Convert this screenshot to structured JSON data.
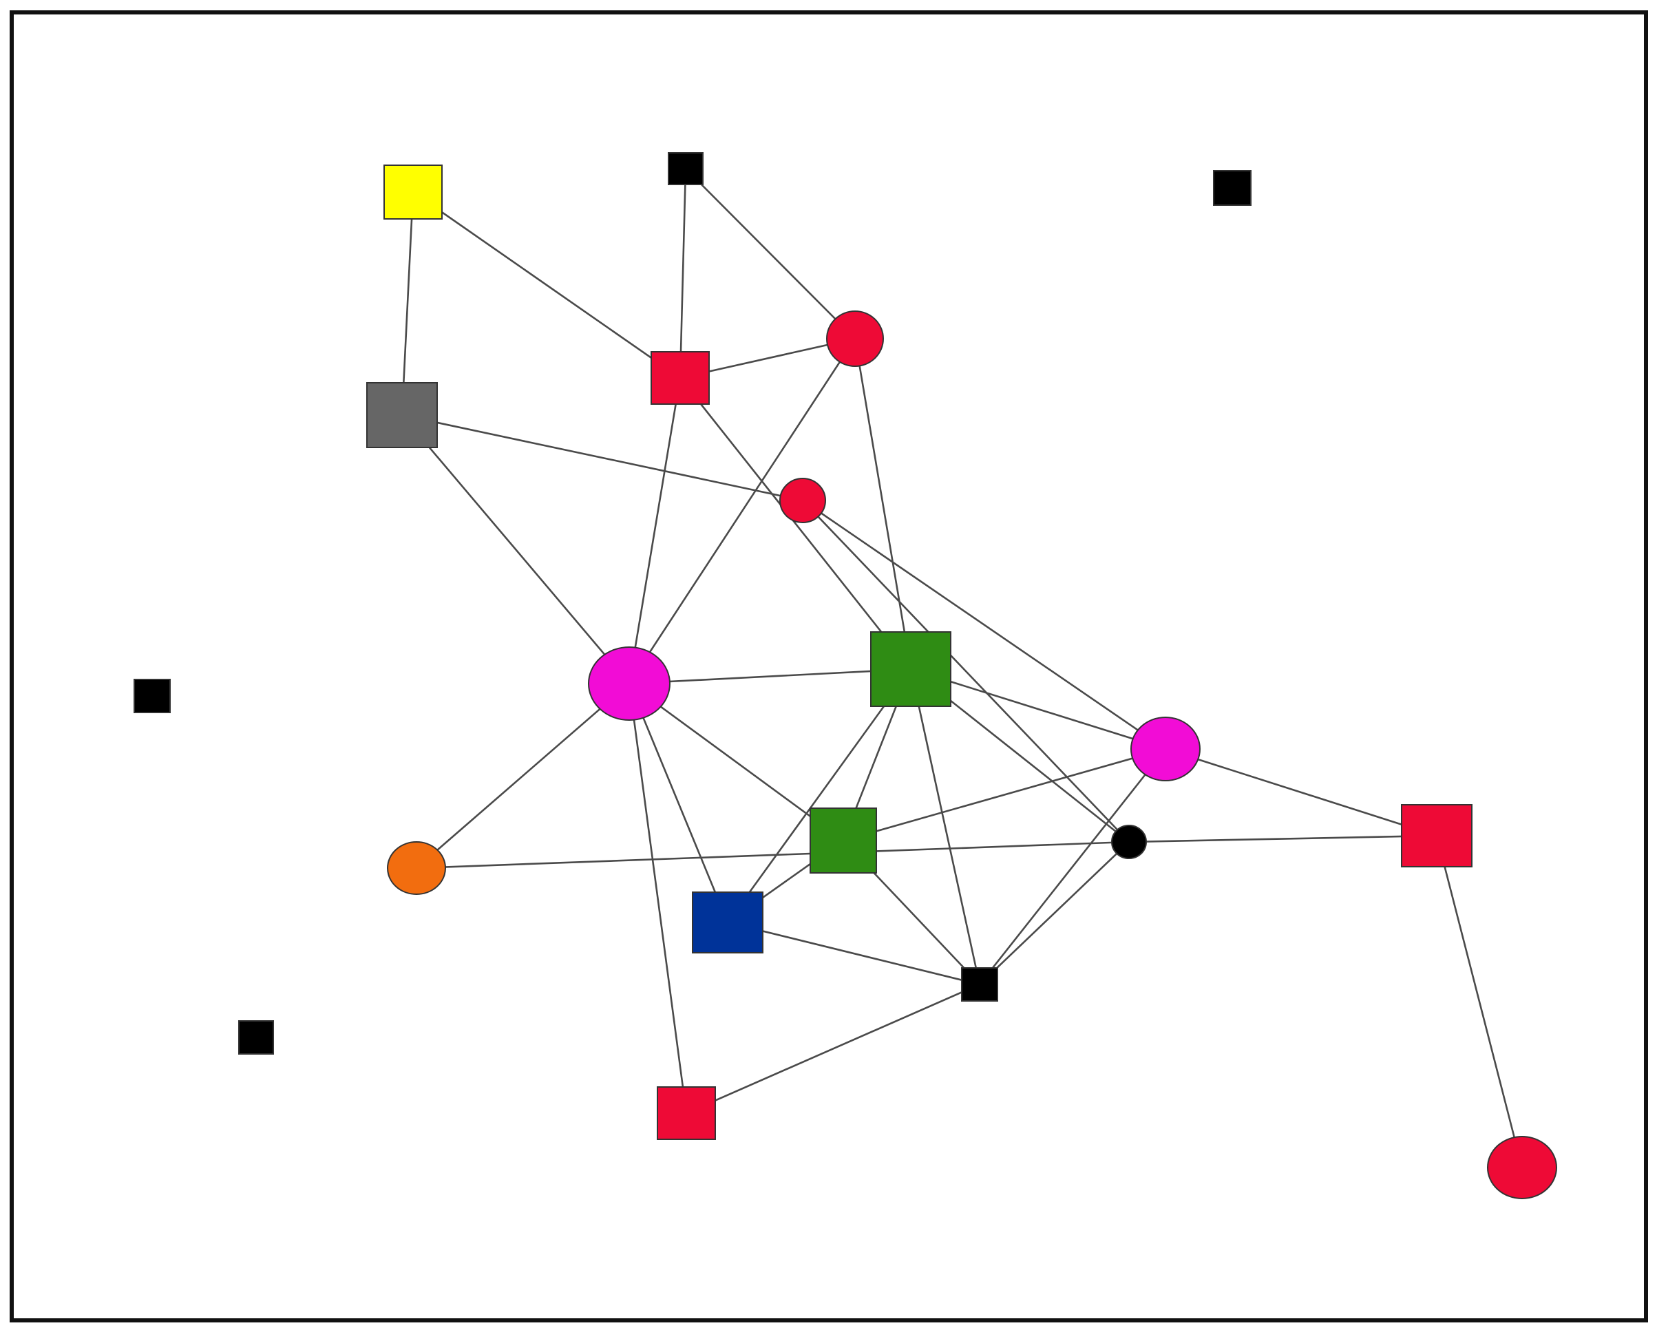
{
  "diagram": {
    "type": "network-graph",
    "frame_border": true,
    "colors": {
      "black": "#000000",
      "yellow": "#ffff00",
      "gray": "#666666",
      "red": "#ee0a36",
      "magenta": "#f20cd6",
      "green": "#2f8c14",
      "blue": "#003399",
      "orange": "#f26d0f",
      "edge": "#4a4a4a"
    },
    "nodes": [
      {
        "id": "n_black_top",
        "shape": "square",
        "color": "black",
        "size": "small"
      },
      {
        "id": "n_yellow",
        "shape": "square",
        "color": "yellow",
        "size": "medium"
      },
      {
        "id": "n_black_topright",
        "shape": "square",
        "color": "black",
        "size": "small"
      },
      {
        "id": "n_red_circle_top",
        "shape": "circle",
        "color": "red",
        "size": "medium"
      },
      {
        "id": "n_red_square_top",
        "shape": "square",
        "color": "red",
        "size": "medium"
      },
      {
        "id": "n_gray",
        "shape": "square",
        "color": "gray",
        "size": "large"
      },
      {
        "id": "n_red_circle_small",
        "shape": "circle",
        "color": "red",
        "size": "small"
      },
      {
        "id": "n_black_left",
        "shape": "square",
        "color": "black",
        "size": "small"
      },
      {
        "id": "n_magenta_big",
        "shape": "circle",
        "color": "magenta",
        "size": "large"
      },
      {
        "id": "n_green_big",
        "shape": "square",
        "color": "green",
        "size": "large"
      },
      {
        "id": "n_magenta_right",
        "shape": "circle",
        "color": "magenta",
        "size": "medium"
      },
      {
        "id": "n_red_square_right",
        "shape": "square",
        "color": "red",
        "size": "large"
      },
      {
        "id": "n_green_small",
        "shape": "square",
        "color": "green",
        "size": "medium"
      },
      {
        "id": "n_black_dot",
        "shape": "circle",
        "color": "black",
        "size": "tiny"
      },
      {
        "id": "n_orange",
        "shape": "circle",
        "color": "orange",
        "size": "medium"
      },
      {
        "id": "n_blue",
        "shape": "square",
        "color": "blue",
        "size": "large"
      },
      {
        "id": "n_black_mid",
        "shape": "square",
        "color": "black",
        "size": "small"
      },
      {
        "id": "n_black_bottomleft",
        "shape": "square",
        "color": "black",
        "size": "small"
      },
      {
        "id": "n_red_square_bottom",
        "shape": "square",
        "color": "red",
        "size": "medium"
      },
      {
        "id": "n_red_circle_bottom",
        "shape": "circle",
        "color": "red",
        "size": "medium"
      }
    ],
    "edges": [
      [
        "n_yellow",
        "n_gray"
      ],
      [
        "n_yellow",
        "n_red_square_top"
      ],
      [
        "n_black_top",
        "n_red_square_top"
      ],
      [
        "n_black_top",
        "n_red_circle_top"
      ],
      [
        "n_red_square_top",
        "n_red_circle_top"
      ],
      [
        "n_red_square_top",
        "n_magenta_big"
      ],
      [
        "n_red_square_top",
        "n_green_big"
      ],
      [
        "n_red_circle_top",
        "n_magenta_big"
      ],
      [
        "n_red_circle_top",
        "n_green_big"
      ],
      [
        "n_gray",
        "n_red_circle_small"
      ],
      [
        "n_gray",
        "n_magenta_big"
      ],
      [
        "n_red_circle_small",
        "n_magenta_right"
      ],
      [
        "n_red_circle_small",
        "n_black_dot"
      ],
      [
        "n_magenta_big",
        "n_green_big"
      ],
      [
        "n_magenta_big",
        "n_orange"
      ],
      [
        "n_magenta_big",
        "n_blue"
      ],
      [
        "n_magenta_big",
        "n_green_small"
      ],
      [
        "n_magenta_big",
        "n_red_square_bottom"
      ],
      [
        "n_green_big",
        "n_magenta_right"
      ],
      [
        "n_green_big",
        "n_black_dot"
      ],
      [
        "n_green_big",
        "n_green_small"
      ],
      [
        "n_green_big",
        "n_blue"
      ],
      [
        "n_green_big",
        "n_black_mid"
      ],
      [
        "n_magenta_right",
        "n_red_square_right"
      ],
      [
        "n_magenta_right",
        "n_green_small"
      ],
      [
        "n_magenta_right",
        "n_black_mid"
      ],
      [
        "n_black_dot",
        "n_red_square_right"
      ],
      [
        "n_black_dot",
        "n_black_mid"
      ],
      [
        "n_orange",
        "n_black_dot"
      ],
      [
        "n_green_small",
        "n_blue"
      ],
      [
        "n_green_small",
        "n_black_mid"
      ],
      [
        "n_blue",
        "n_black_mid"
      ],
      [
        "n_black_mid",
        "n_red_square_bottom"
      ],
      [
        "n_red_square_right",
        "n_red_circle_bottom"
      ]
    ]
  }
}
